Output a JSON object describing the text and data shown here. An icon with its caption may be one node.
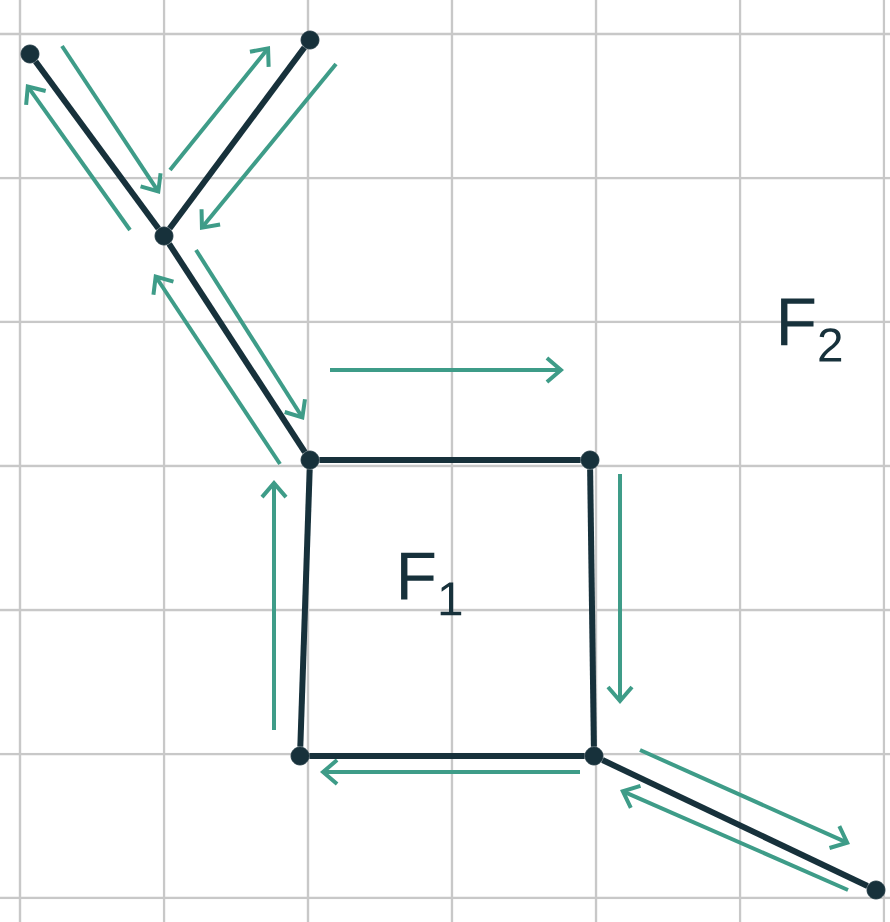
{
  "diagram": {
    "nodes": [
      {
        "text": [],
        "shape": "circle"
      },
      {
        "text": [],
        "shape": "circle"
      },
      {
        "text": [],
        "shape": "circle"
      },
      {
        "text": [],
        "shape": "circle"
      },
      {
        "text": [],
        "shape": "circle"
      },
      {
        "text": [],
        "shape": "circle"
      },
      {
        "text": [],
        "shape": "circle"
      },
      {
        "text": [],
        "shape": "circle"
      }
    ],
    "edges": [
      {
        "from": 0,
        "to": 2,
        "arrow": "none"
      },
      {
        "from": 1,
        "to": 2,
        "arrow": "none"
      },
      {
        "from": 2,
        "to": 3,
        "arrow": "none"
      },
      {
        "from": 3,
        "to": 4,
        "arrow": "none"
      },
      {
        "from": 4,
        "to": 6,
        "arrow": "none"
      },
      {
        "from": 6,
        "to": 5,
        "arrow": "none"
      },
      {
        "from": 5,
        "to": 3,
        "arrow": "none"
      },
      {
        "from": 6,
        "to": 7,
        "arrow": "none"
      }
    ],
    "labels": [
      "F$_{1}$",
      "F$_{2}$"
    ]
  }
}
